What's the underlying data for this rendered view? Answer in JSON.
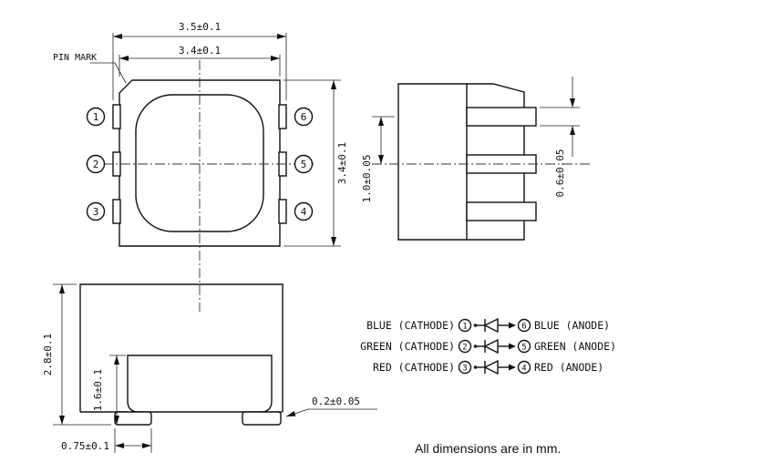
{
  "note": "All dimensions are in mm.",
  "top_view": {
    "pin_mark_label": "PIN MARK",
    "dims": {
      "outer_width": "3.5±0.1",
      "body_width": "3.4±0.1",
      "body_height": "3.4±0.1"
    },
    "pins": {
      "left": [
        "1",
        "2",
        "3"
      ],
      "right": [
        "6",
        "5",
        "4"
      ]
    }
  },
  "side_view": {
    "dims": {
      "lead_pitch": "1.0±0.05",
      "lead_height": "0.6±0.05"
    }
  },
  "front_view": {
    "dims": {
      "total_height": "2.8±0.1",
      "inner_height": "1.6±0.1",
      "foot_width": "0.75±0.1",
      "lead_thickness": "0.2±0.05"
    }
  },
  "circuit": {
    "rows": [
      {
        "cathode_label": "BLUE (CATHODE)",
        "cathode_pin": "1",
        "anode_pin": "6",
        "anode_label": "BLUE (ANODE)"
      },
      {
        "cathode_label": "GREEN (CATHODE)",
        "cathode_pin": "2",
        "anode_pin": "5",
        "anode_label": "GREEN (ANODE)"
      },
      {
        "cathode_label": "RED (CATHODE)",
        "cathode_pin": "3",
        "anode_pin": "4",
        "anode_label": "RED (ANODE)"
      }
    ]
  }
}
